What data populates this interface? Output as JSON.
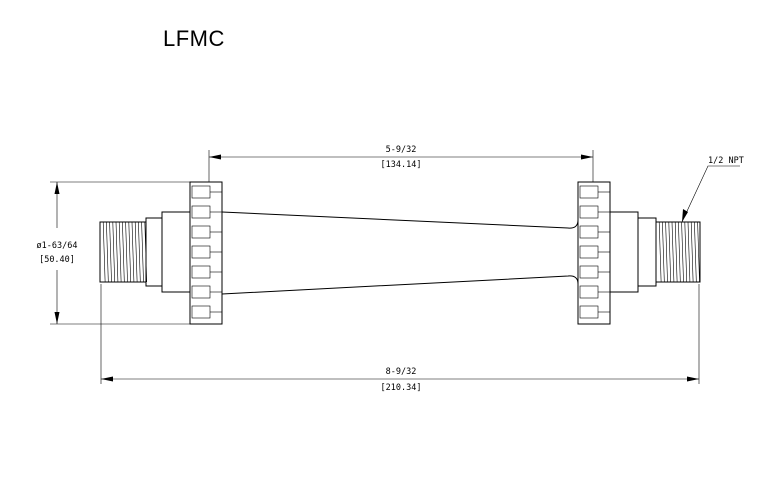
{
  "title": "LFMC",
  "dimensions": {
    "inner_length_frac": "5-9/32",
    "inner_length_mm": "[134.14]",
    "overall_length_frac": "8-9/32",
    "overall_length_mm": "[210.34]",
    "diameter_frac": "ø1-63/64",
    "diameter_mm": "[50.40]",
    "thread_label": "1/2 NPT"
  }
}
